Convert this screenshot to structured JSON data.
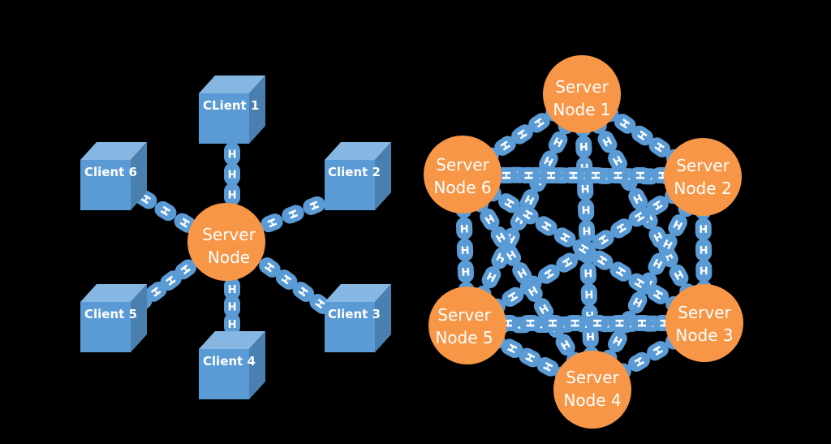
{
  "colors": {
    "background": "#000000",
    "cube_front": "#5b9bd5",
    "cube_top": "#86b6e2",
    "cube_side": "#4a80b0",
    "server": "#f79646",
    "chain": "#5b9bd5",
    "chain_glyph": "#ffffff"
  },
  "star_topology": {
    "server": {
      "line1": "Server",
      "line2": "Node"
    },
    "clients": [
      {
        "label": "CLient 1"
      },
      {
        "label": "Client 2"
      },
      {
        "label": "Client 3"
      },
      {
        "label": "Client 4"
      },
      {
        "label": "Client 5"
      },
      {
        "label": "Client 6"
      }
    ]
  },
  "mesh_topology": {
    "nodes": [
      {
        "line1": "Server",
        "line2": "Node 1"
      },
      {
        "line1": "Server",
        "line2": "Node 2"
      },
      {
        "line1": "Server",
        "line2": "Node 3"
      },
      {
        "line1": "Server",
        "line2": "Node 4"
      },
      {
        "line1": "Server",
        "line2": "Node 5"
      },
      {
        "line1": "Server",
        "line2": "Node 6"
      }
    ]
  },
  "chain_link_glyph": "H"
}
